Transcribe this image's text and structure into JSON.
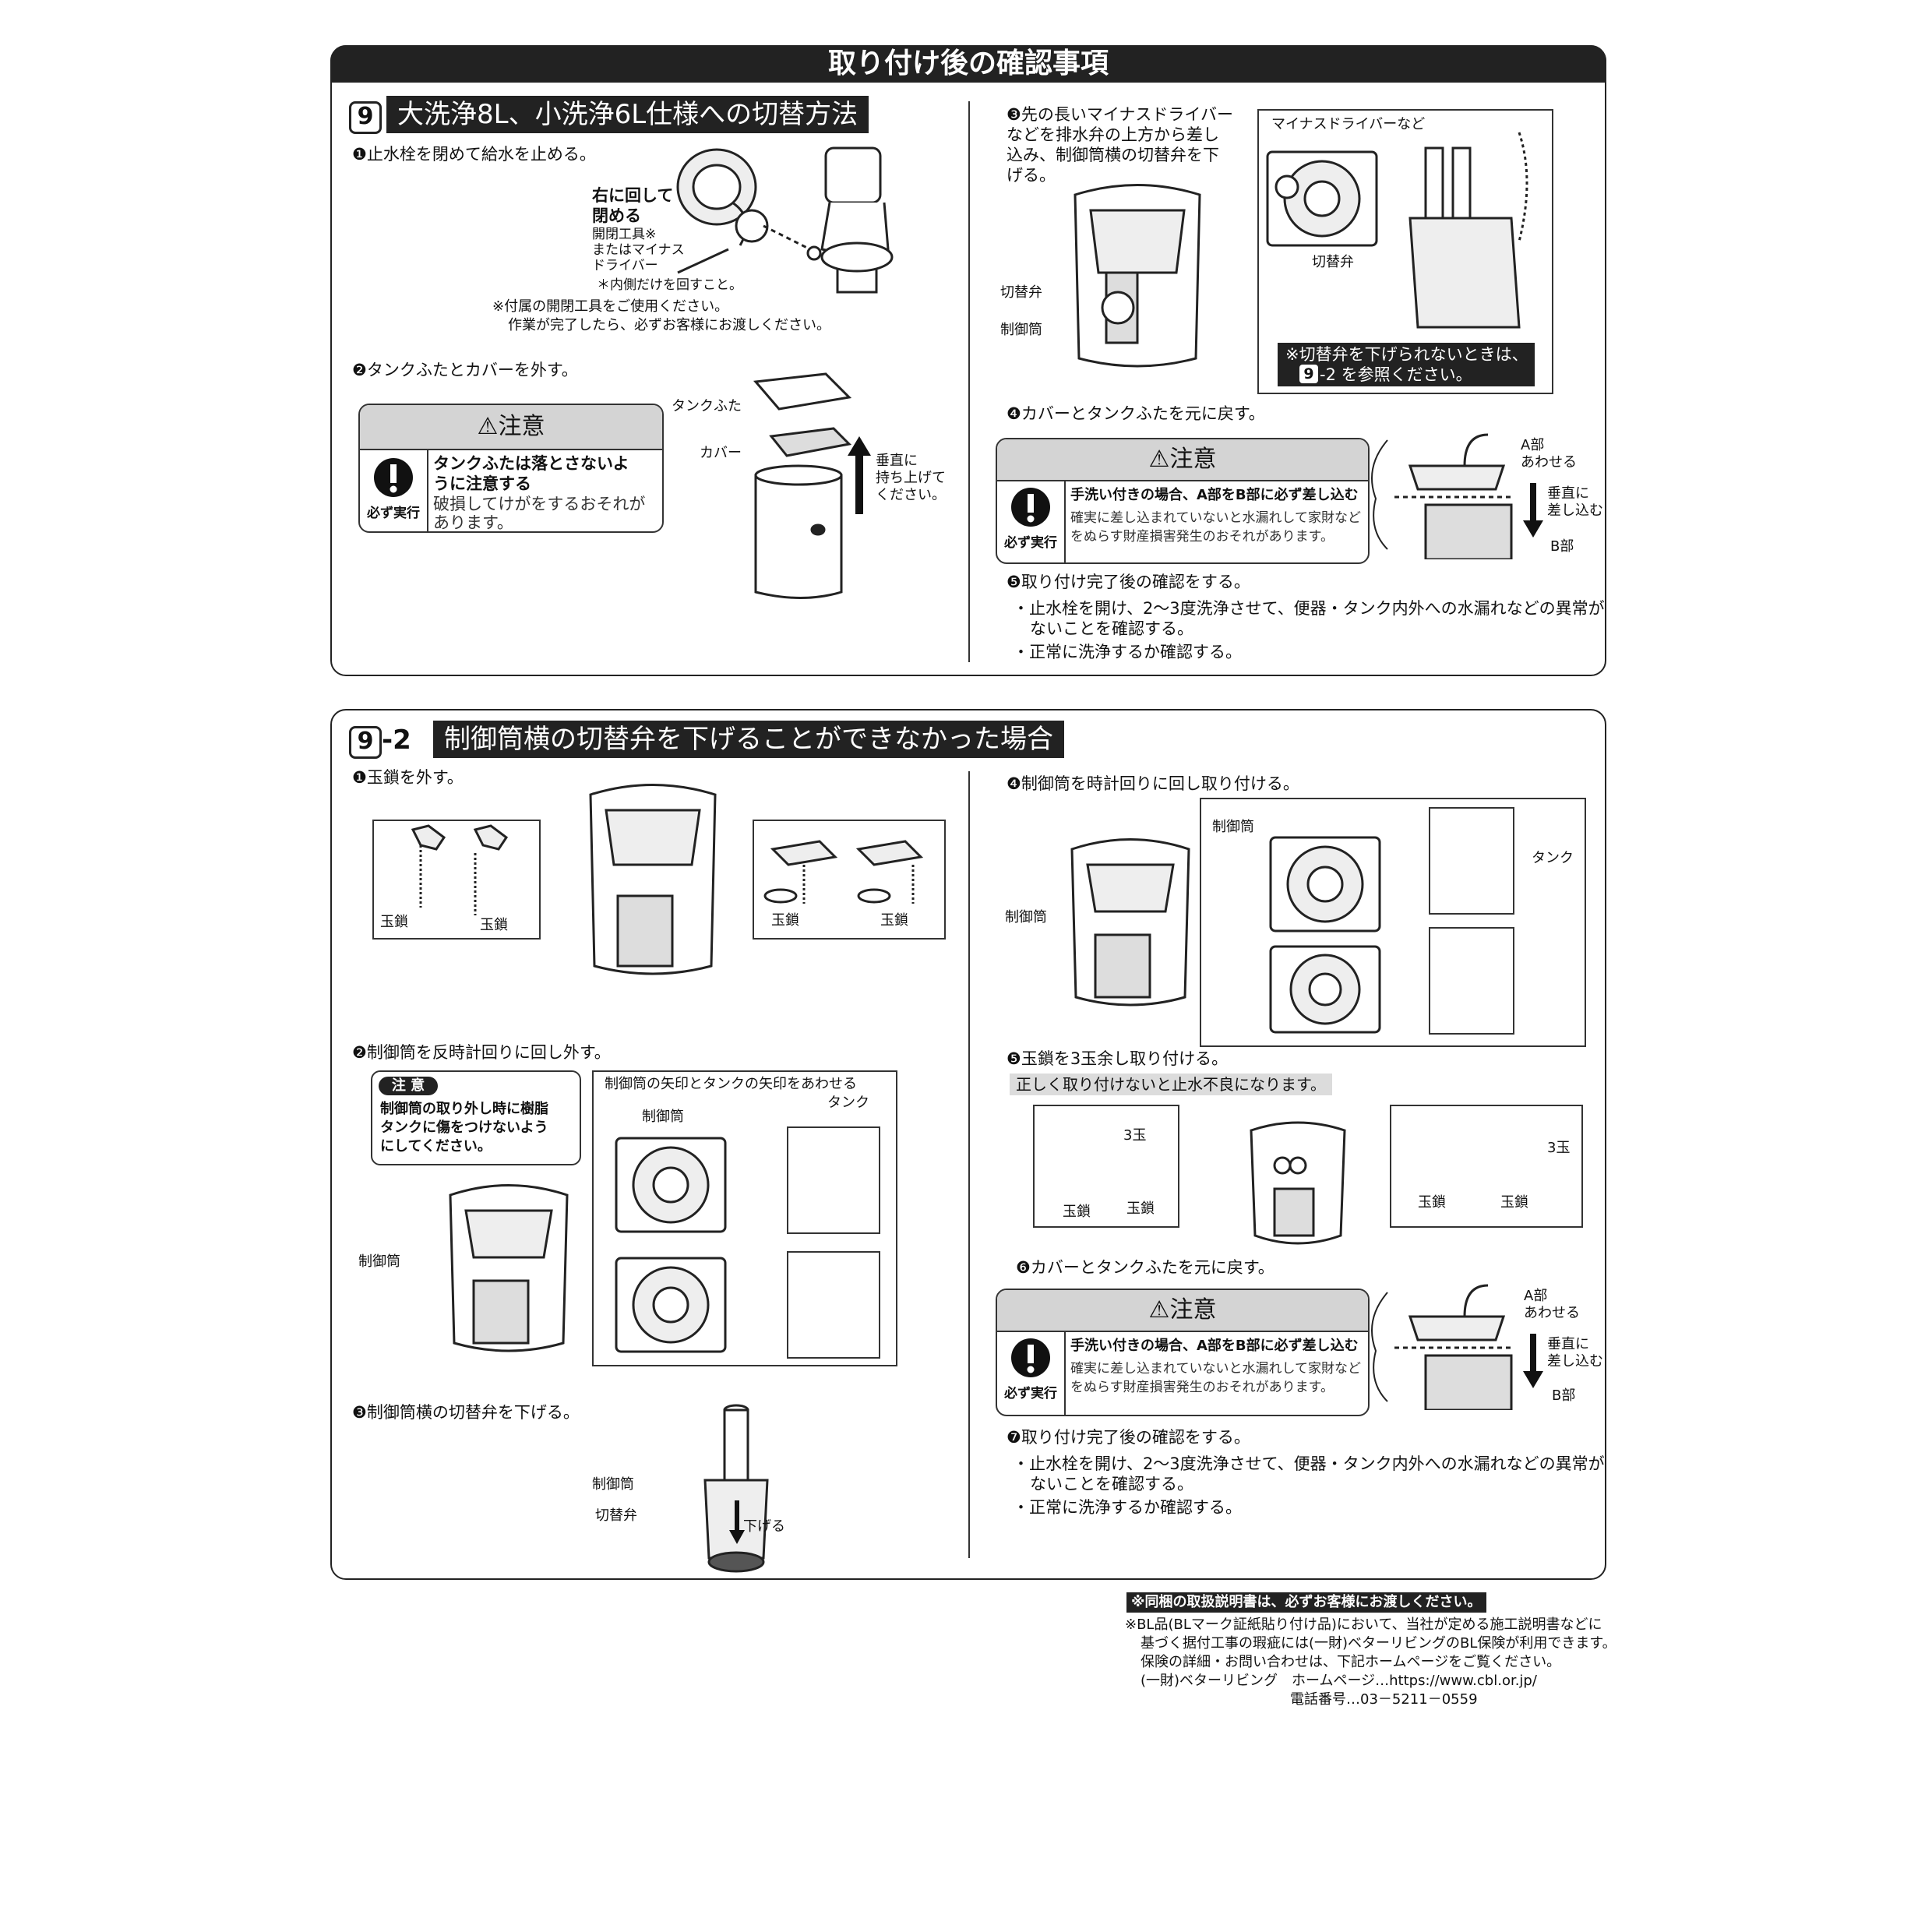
{
  "page_title": "取り付け後の確認事項",
  "s9": {
    "badge": "9",
    "title": "大洗浄8L、小洗浄6L仕様への切替方法",
    "step1": "❶止水栓を閉めて給水を止める。",
    "step1_label_turn": [
      "右に回して",
      "閉める"
    ],
    "step1_label_tool": [
      "開閉工具※",
      "またはマイナス",
      "ドライバー"
    ],
    "step1_inner": "＊内側だけを回すこと。",
    "step1_note": [
      "※付属の開閉工具をご使用ください。",
      "作業が完了したら、必ずお客様にお渡しください。"
    ],
    "step2": "❷タンクふたとカバーを外す。",
    "caution1": {
      "head": "⚠注意",
      "bold": [
        "タンクふたは落とさないよ",
        "うに注意する"
      ],
      "body": [
        "破損してけがをするおそれが",
        "あります。"
      ],
      "must": "必ず実行"
    },
    "label_lid": "タンクふた",
    "label_cover": "カバー",
    "label_lift": [
      "垂直に",
      "持ち上げて",
      "ください。"
    ],
    "step3": [
      "❸先の長いマイナスドライバー",
      "などを排水弁の上方から差し",
      "込み、制御筒横の切替弁を下",
      "げる。"
    ],
    "label_switch_valve": "切替弁",
    "label_control_tube": "制御筒",
    "label_driver": "マイナスドライバーなど",
    "label_switch_valve2": "切替弁",
    "step3_note": [
      "※切替弁を下げられないときは、",
      "-2 を参照ください。"
    ],
    "step3_note_badge": "9",
    "step4": "❹カバーとタンクふたを元に戻す。",
    "caution2": {
      "head": "⚠注意",
      "bold": "手洗い付きの場合、A部をB部に必ず差し込む",
      "body": [
        "確実に差し込まれていないと水漏れして家財など",
        "をぬらす財産損害発生のおそれがあります。"
      ],
      "must": "必ず実行"
    },
    "label_a": [
      "A部",
      "あわせる"
    ],
    "label_insert": [
      "垂直に",
      "差し込む"
    ],
    "label_b": "B部",
    "step5": "❺取り付け完了後の確認をする。",
    "step5_items": [
      "・止水栓を開け、2～3度洗浄させて、便器・タンク内外への水漏れなどの異常が",
      "ないことを確認する。",
      "・正常に洗浄するか確認する。"
    ]
  },
  "s92": {
    "badge": "9",
    "badge_suffix": "-2",
    "title": "制御筒横の切替弁を下げることができなかった場合",
    "step1": "❶玉鎖を外す。",
    "label_chain": "玉鎖",
    "step2": "❷制御筒を反時計回りに回し外す。",
    "note_head": "注 意",
    "note_body": [
      "制御筒の取り外し時に樹脂",
      "タンクに傷をつけないよう",
      "にしてください。"
    ],
    "align_text": "制御筒の矢印とタンクの矢印をあわせる",
    "label_tank": "タンク",
    "label_control_tube": "制御筒",
    "step3": "❸制御筒横の切替弁を下げる。",
    "label_switch_valve": "切替弁",
    "label_lower": "下げる",
    "step4": "❹制御筒を時計回りに回し取り付ける。",
    "step5": "❺玉鎖を3玉余し取り付ける。",
    "step5_warn": "正しく取り付けないと止水不良になります。",
    "label_3": "3玉",
    "step6": "❻カバーとタンクふたを元に戻す。",
    "caution": {
      "head": "⚠注意",
      "bold": "手洗い付きの場合、A部をB部に必ず差し込む",
      "body": [
        "確実に差し込まれていないと水漏れして家財など",
        "をぬらす財産損害発生のおそれがあります。"
      ],
      "must": "必ず実行"
    },
    "label_a": [
      "A部",
      "あわせる"
    ],
    "label_insert": [
      "垂直に",
      "差し込む"
    ],
    "label_b": "B部",
    "step7": "❼取り付け完了後の確認をする。",
    "step7_items": [
      "・止水栓を開け、2～3度洗浄させて、便器・タンク内外への水漏れなどの異常が",
      "ないことを確認する。",
      "・正常に洗浄するか確認する。"
    ]
  },
  "footer": {
    "notice": "※同梱の取扱説明書は、必ずお客様にお渡しください。",
    "lines": [
      "※BL品(BLマーク証紙貼り付け品)において、当社が定める施工説明書などに",
      "基づく据付工事の瑕疵には(一財)ベターリビングのBL保険が利用できます。",
      "保険の詳細・お問い合わせは、下記ホームページをご覧ください。",
      "(一財)ベターリビング　ホームページ…https://www.cbl.or.jp/",
      "電話番号…03－5211－0559"
    ]
  }
}
